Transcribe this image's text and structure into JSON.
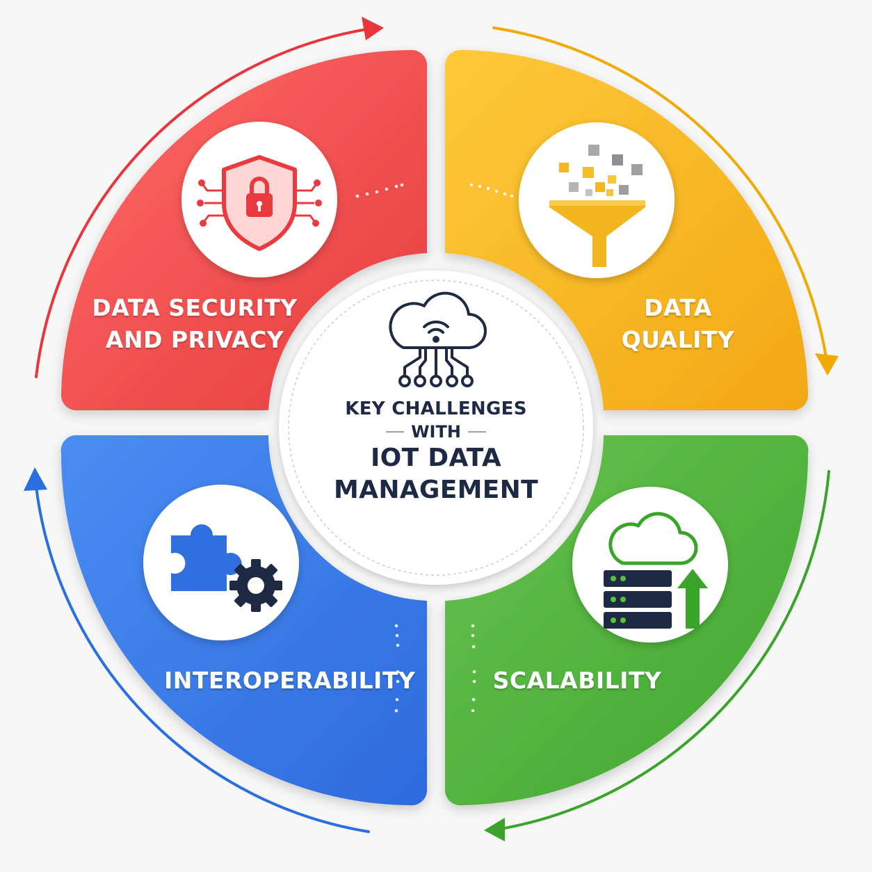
{
  "center": {
    "line1": "KEY CHALLENGES",
    "line2": "WITH",
    "line3": "IOT DATA",
    "line4": "MANAGEMENT",
    "icon": "cloud-wifi-network-icon"
  },
  "quadrants": [
    {
      "key": "security",
      "line1": "DATA SECURITY",
      "line2": "AND PRIVACY",
      "color": "#f04a4c",
      "icon": "shield-lock-circuit-icon"
    },
    {
      "key": "quality",
      "line1": "DATA",
      "line2": "QUALITY",
      "color": "#f6b21c",
      "icon": "data-filter-funnel-icon"
    },
    {
      "key": "interoperability",
      "line1": "INTEROPERABILITY",
      "color": "#3276e6",
      "icon": "puzzle-gear-icon"
    },
    {
      "key": "scalability",
      "line1": "SCALABILITY",
      "color": "#4cb23c",
      "icon": "cloud-server-scale-icon"
    }
  ],
  "arrows": [
    {
      "key": "red",
      "color": "#e8363a"
    },
    {
      "key": "yellow",
      "color": "#f2a900"
    },
    {
      "key": "green",
      "color": "#3aa32a"
    },
    {
      "key": "blue",
      "color": "#2a6fe0"
    }
  ]
}
